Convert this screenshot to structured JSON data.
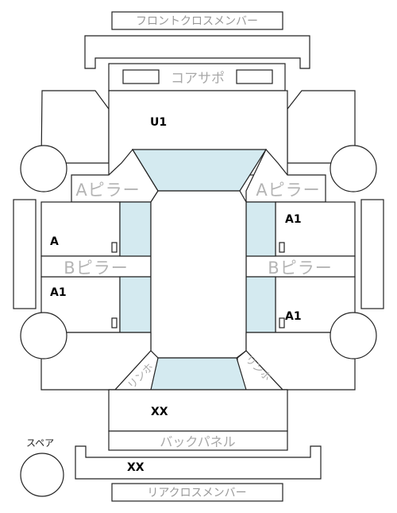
{
  "labels": {
    "front_cross_member": "フロントクロスメンバー",
    "core_support": "コアサポ",
    "a_pillar_left": "Aピラー",
    "a_pillar_right": "Aピラー",
    "b_pillar_left": "Bピラー",
    "b_pillar_right": "Bピラー",
    "rear_left_side": "リンホ",
    "rear_right_side": "リンホ",
    "back_panel": "バックパネル",
    "spare": "スペア",
    "rear_cross_member": "リアクロスメンバー"
  },
  "codes": {
    "hood": "U1",
    "front_left_door": "A",
    "front_right_door": "A1",
    "rear_left_door": "A1",
    "rear_right_door": "A1",
    "trunk": "XX",
    "rear_member": "XX"
  },
  "colors": {
    "line": "#222222",
    "glass": "#d4eaf0",
    "label": "#a8a8a8"
  }
}
